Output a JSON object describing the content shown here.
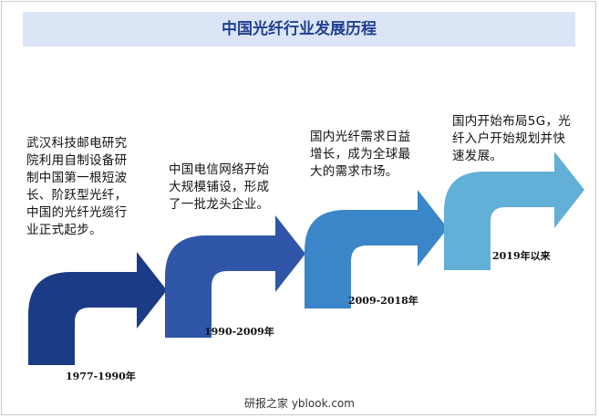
{
  "title": "中国光纤行业发展历程",
  "stages": [
    {
      "period": "1977-1990年",
      "text": "武汉科技邮电研究院利用自制设备研制中国第一根短波长、阶跃型光纤，中国的光纤光缆行业正式起步。",
      "icon": "pencil-icon",
      "color": "#1b3b86"
    },
    {
      "period": "1990-2009年",
      "text": "中国电信网络开始大规模铺设，形成了一批龙头企业。",
      "icon": "paperclip-icon",
      "color": "#2f56a8"
    },
    {
      "period": "2009-2018年",
      "text": "国内光纤需求日益增长，成为全球最大的需求市场。",
      "icon": "lightbulb-icon",
      "color": "#3a86c8"
    },
    {
      "period": "2019年以来",
      "text": "国内开始布局5G，光纤入户开始规划并快速发展。",
      "icon": "graduation-cap-icon",
      "color": "#62b0d8"
    }
  ],
  "footer": "研报之家 yblook.com"
}
